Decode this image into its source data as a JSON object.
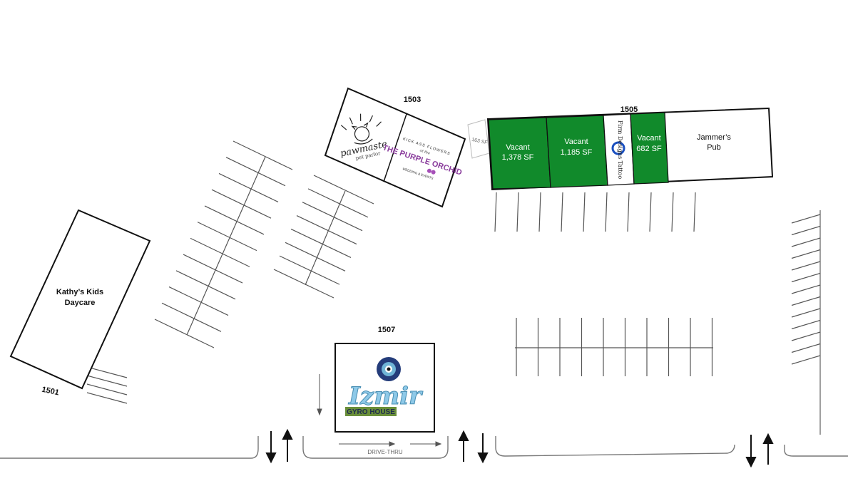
{
  "buildings": {
    "b1501": {
      "number": "1501",
      "tenant_line1": "Kathy’s Kids",
      "tenant_line2": "Daycare"
    },
    "b1503": {
      "number": "1503",
      "logo_pawmaste": {
        "line1": "pawmaste",
        "line2": "pet parlor"
      },
      "logo_orchid": {
        "top": "KICK ASS FLOWERS",
        "script": "at the",
        "main": "THE PURPLE ORCHID",
        "bottom": "WEDDING & EVENTS"
      }
    },
    "b1505": {
      "number": "1505",
      "side_unit_sf": "163 SF",
      "units": [
        {
          "name": "Vacant",
          "size": "1,378 SF",
          "status": "vacant"
        },
        {
          "name": "Vacant",
          "size": "1,185 SF",
          "status": "vacant"
        },
        {
          "name": "Firm Designs Tattoo",
          "size": "",
          "status": "leased"
        },
        {
          "name": "Vacant",
          "size": "682 SF",
          "status": "vacant"
        },
        {
          "name": "Jammer’s",
          "size": "Pub",
          "status": "leased"
        }
      ]
    },
    "b1507": {
      "number": "1507",
      "logo_main": "Izmir",
      "logo_sub": "GYRO HOUSE"
    }
  },
  "drive_thru_label": "DRIVE-THRU",
  "colors": {
    "vacant": "#118a2b",
    "outline": "#111111",
    "lines": "#555555"
  }
}
